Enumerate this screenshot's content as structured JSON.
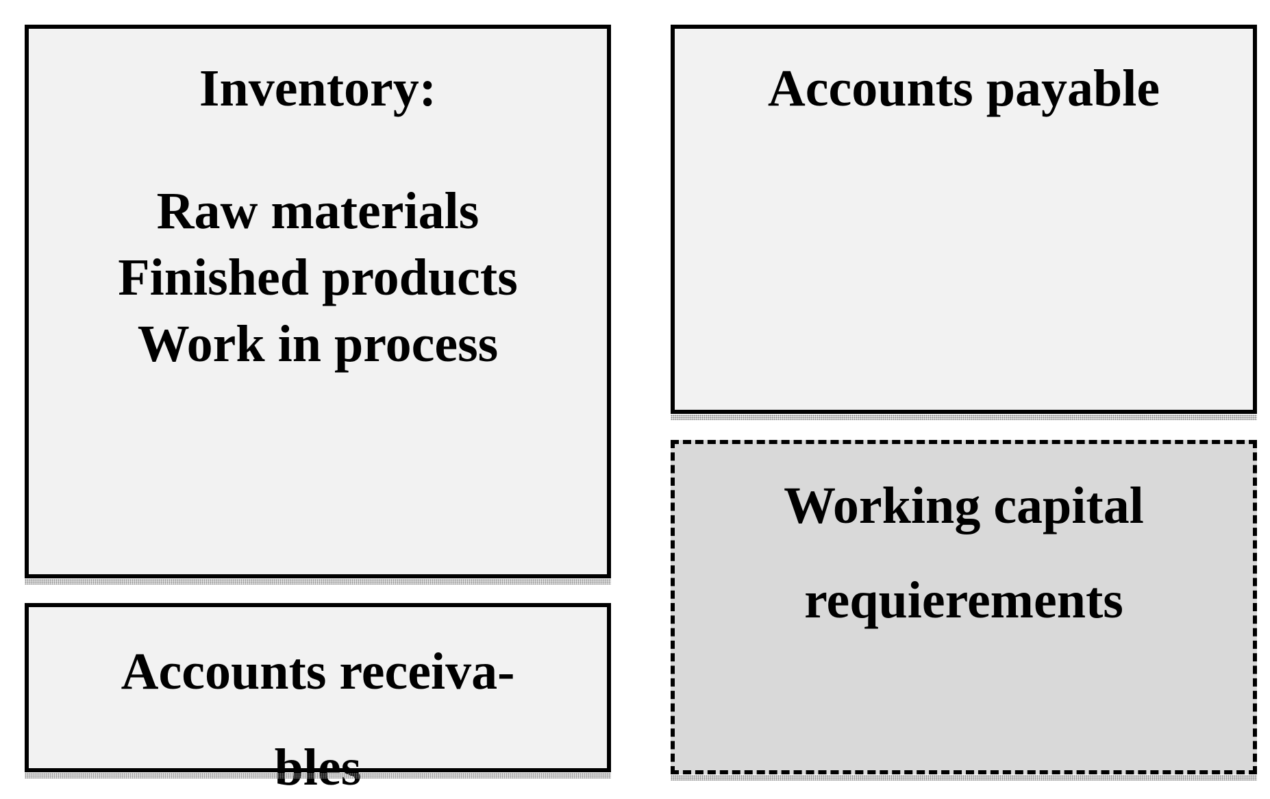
{
  "inventory": {
    "title": "Inventory:",
    "items": [
      "Raw materials",
      "Finished products",
      "Work in process"
    ]
  },
  "receivables": {
    "line1": "Accounts receiva-",
    "line2": "bles"
  },
  "payable": {
    "title": "Accounts payable"
  },
  "wcr": {
    "line1": "Working capital",
    "line2": "requierements"
  },
  "colors": {
    "box_fill": "#f2f2f2",
    "wcr_fill": "#d9d9d9",
    "border": "#000000"
  }
}
